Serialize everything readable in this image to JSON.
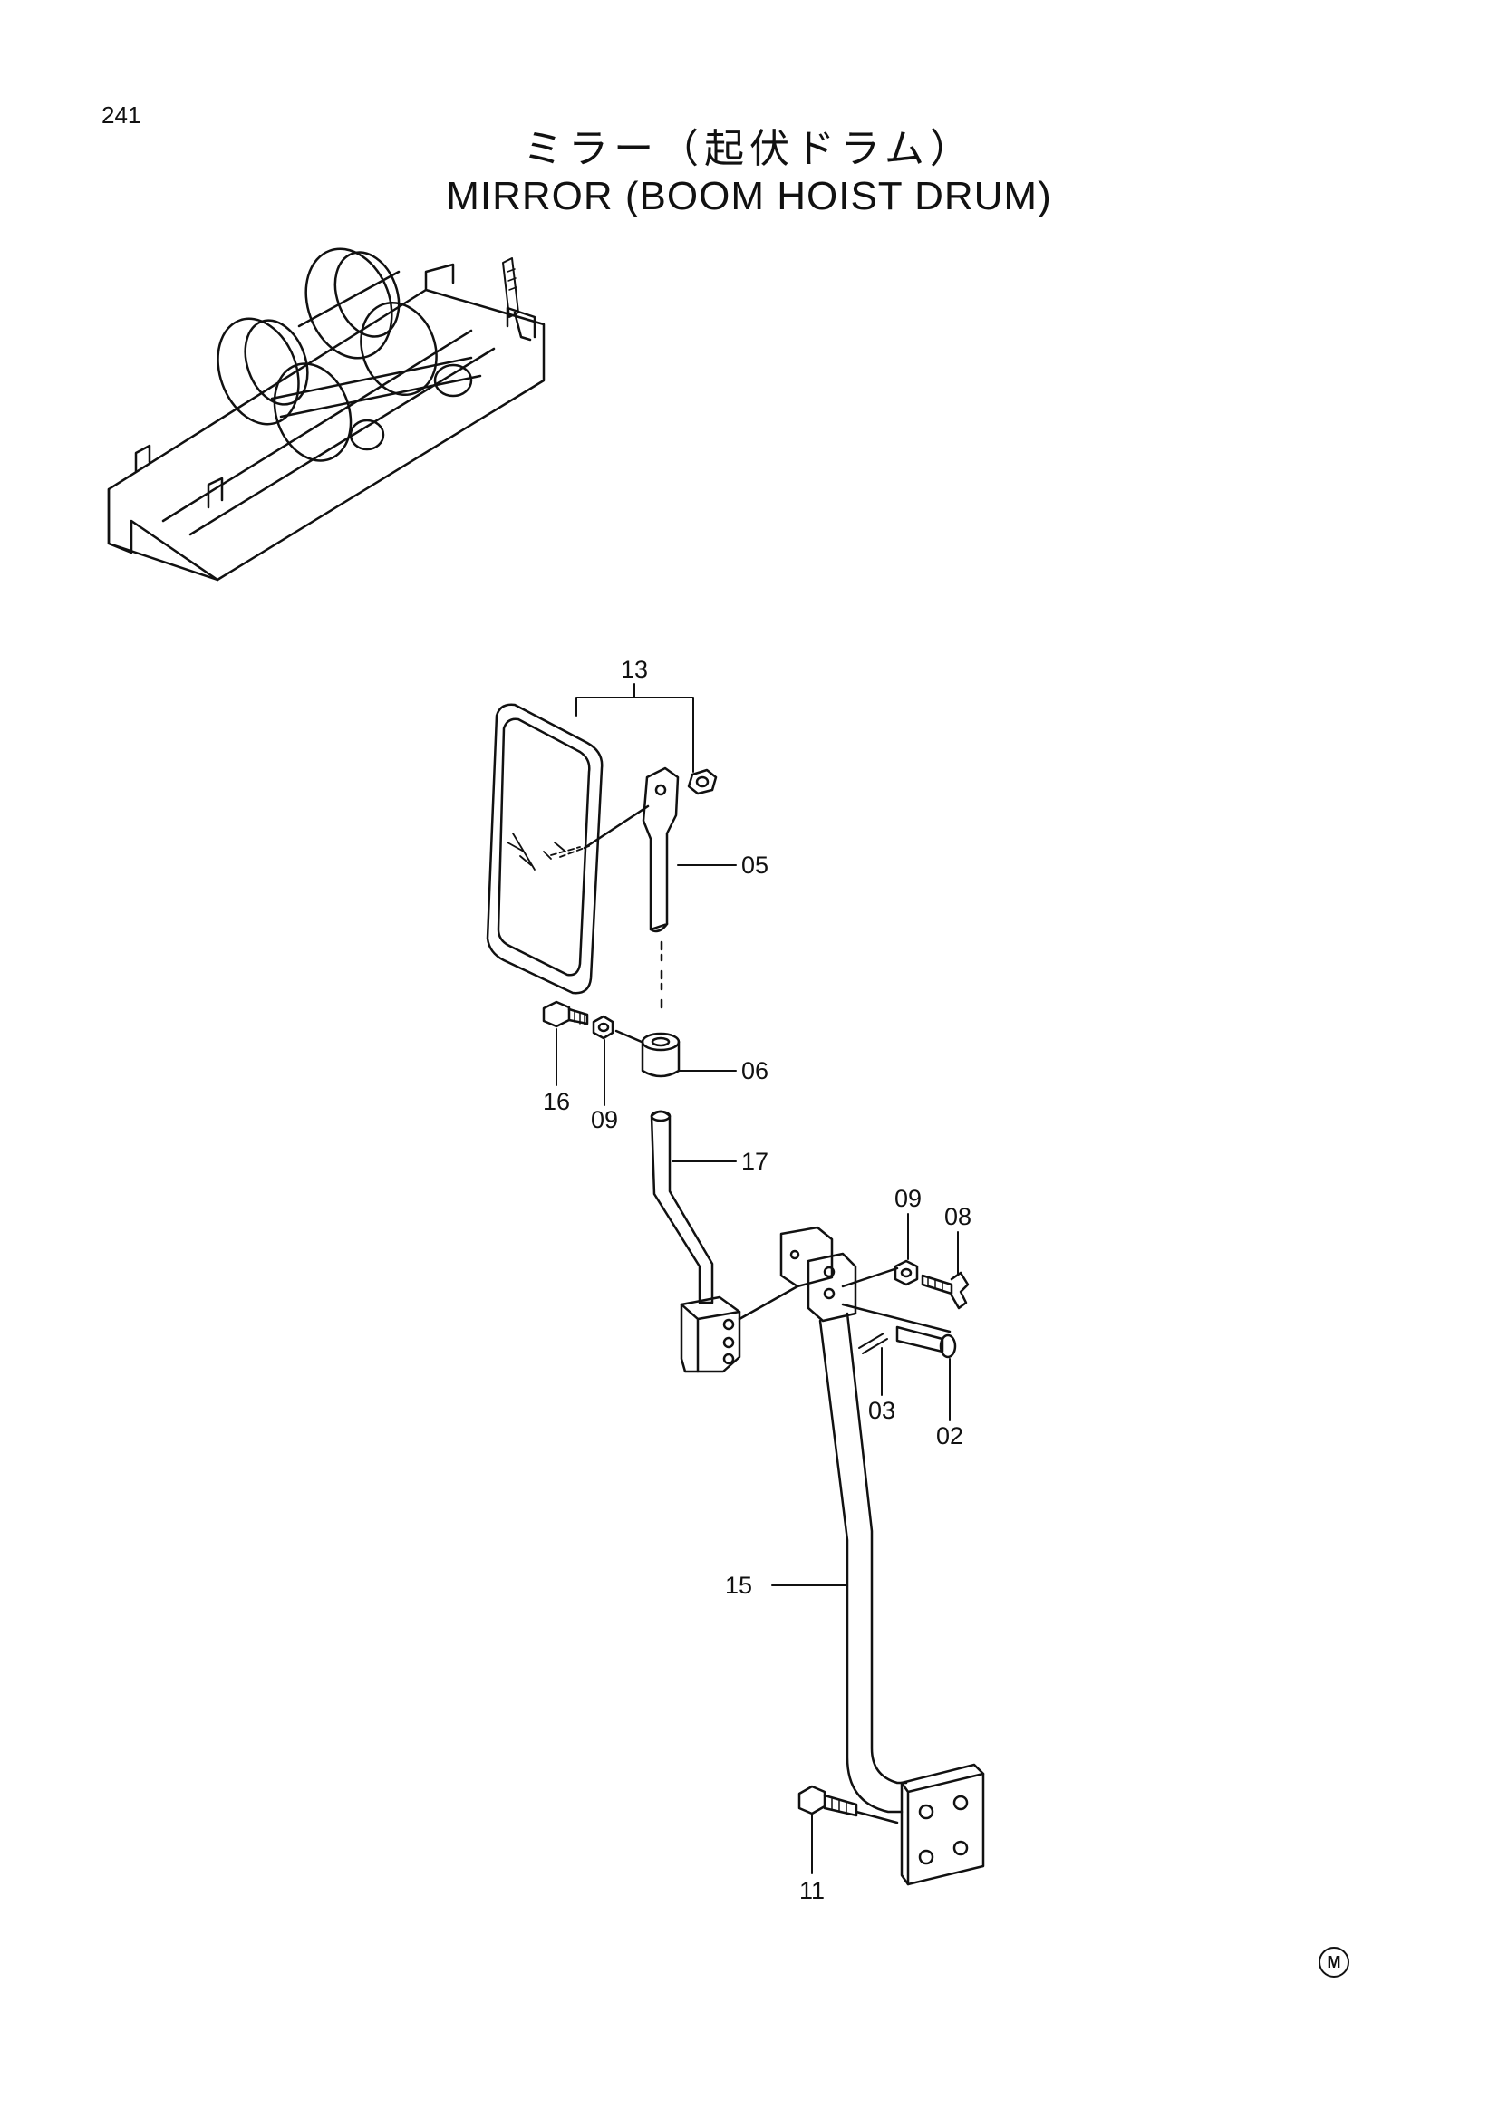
{
  "page": {
    "number": "241",
    "title_jp": "ミラー（起伏ドラム）",
    "title_en": "MIRROR (BOOM HOIST DRUM)",
    "maker_mark": "M"
  },
  "diagram": {
    "callouts": [
      {
        "id": "13",
        "label": "13"
      },
      {
        "id": "05",
        "label": "05"
      },
      {
        "id": "16",
        "label": "16"
      },
      {
        "id": "09a",
        "label": "09"
      },
      {
        "id": "06",
        "label": "06"
      },
      {
        "id": "17",
        "label": "17"
      },
      {
        "id": "09b",
        "label": "09"
      },
      {
        "id": "08",
        "label": "08"
      },
      {
        "id": "03",
        "label": "03"
      },
      {
        "id": "02",
        "label": "02"
      },
      {
        "id": "15",
        "label": "15"
      },
      {
        "id": "11",
        "label": "11"
      }
    ]
  }
}
